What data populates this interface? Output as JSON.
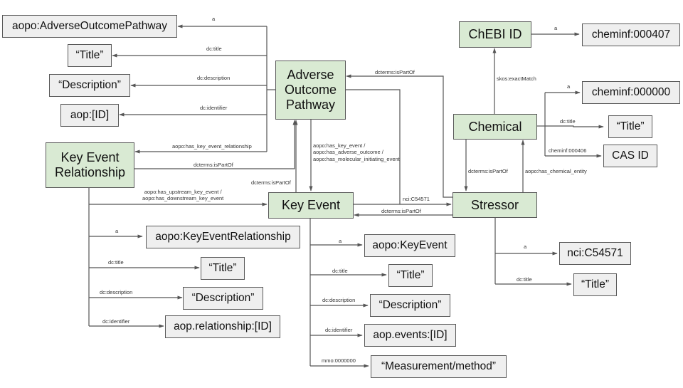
{
  "nodes": {
    "aop": "Adverse Outcome Pathway",
    "ker": "Key Event Relationship",
    "ke": "Key Event",
    "stressor": "Stressor",
    "chemical": "Chemical",
    "chebi": "ChEBI ID",
    "aop_type": "aopo:AdverseOutcomePathway",
    "aop_title": "“Title”",
    "aop_desc": "“Description”",
    "aop_id": "aop:[ID]",
    "ker_type": "aopo:KeyEventRelationship",
    "ker_title": "“Title”",
    "ker_desc": "“Description”",
    "ker_id": "aop.relationship:[ID]",
    "ke_type": "aopo:KeyEvent",
    "ke_title": "“Title”",
    "ke_desc": "“Description”",
    "ke_id": "aop.events:[ID]",
    "ke_method": "“Measurement/method”",
    "stressor_type": "nci:C54571",
    "stressor_title": "“Title”",
    "chem_type": "cheminf:000000",
    "chem_title": "“Title”",
    "chem_cas": "CAS ID",
    "chebi_type": "cheminf:000407"
  },
  "edges": {
    "aop_a": "a",
    "aop_title": "dc:title",
    "aop_desc": "dc:description",
    "aop_id": "dc:identifier",
    "aop_ker": "aopo:has_key_event_relationship",
    "ker_aop": "dcterms:isPartOf",
    "ke_aop": "dcterms:isPartOf",
    "aop_ke_1": "aopo:has_key_event /",
    "aop_ke_2": "aopo:has_adverse_outcome /",
    "aop_ke_3": "aopo:has_molecular_initiating_event",
    "ker_ke_1": "aopo:has_upstream_key_event /",
    "ker_ke_2": "aopo:has_downstream_key_event",
    "stressor_aop": "dcterms:isPartOf",
    "ke_stressor": "nci:C54571",
    "stressor_ke": "dcterms:isPartOf",
    "ker_a": "a",
    "ker_title": "dc:title",
    "ker_desc": "dc:description",
    "ker_id": "dc:identifier",
    "ke_a": "a",
    "ke_title": "dc:title",
    "ke_desc": "dc:description",
    "ke_id": "dc:identifier",
    "ke_method": "mmo:0000000",
    "chebi_a": "a",
    "chem_chebi": "skos:exactMatch",
    "chem_a": "a",
    "chem_title": "dc:title",
    "chem_cas": "cheminf:000406",
    "chem_stressor": "dcterms:isPartOf",
    "stressor_chem": "aopo:has_chemical_entity",
    "stressor_a": "a",
    "stressor_title": "dc:title"
  }
}
